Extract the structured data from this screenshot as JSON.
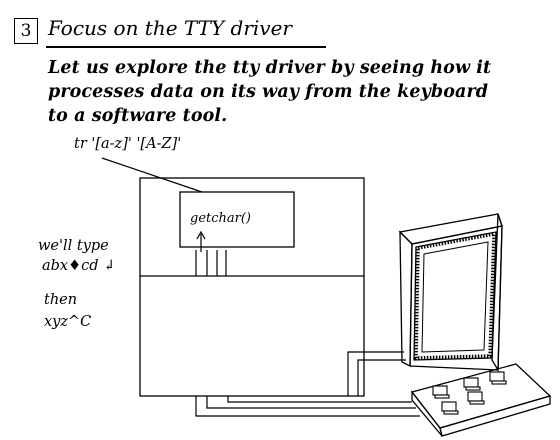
{
  "slide": {
    "number": "3",
    "title": "Focus on the TTY driver",
    "body_lines": [
      "Let us explore the tty driver by seeing how it",
      "processes data on its way from the keyboard",
      "to a software tool."
    ]
  },
  "diagram": {
    "command_label": "tr '[a-z]' '[A-Z]'",
    "function_label": "getchar()",
    "typing_caption": [
      "we'll type",
      "abx♦cd ↲"
    ],
    "then_caption": [
      "then",
      "xyz^C"
    ]
  }
}
